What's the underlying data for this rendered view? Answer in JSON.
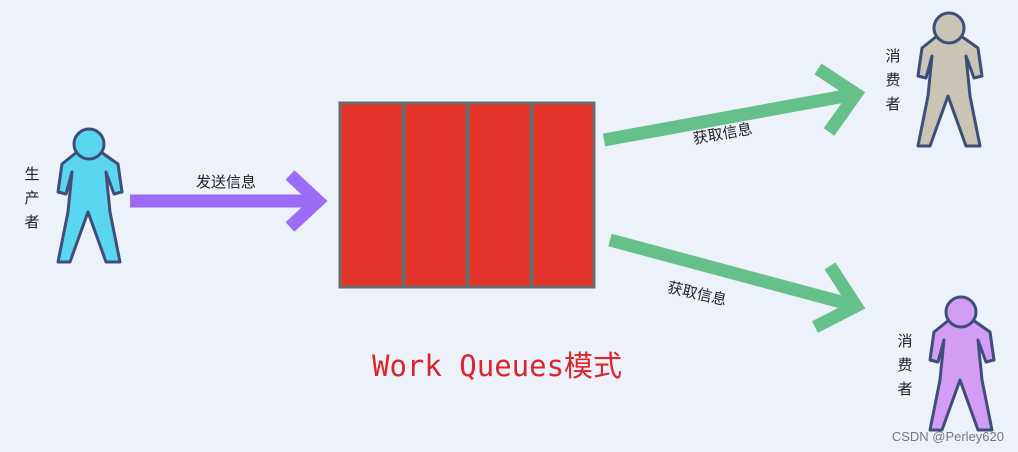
{
  "diagram": {
    "title": "Work Queues模式",
    "credit": "CSDN @Perley620",
    "producer": {
      "label": [
        "生",
        "产",
        "者"
      ],
      "color": "#5ad6f0"
    },
    "consumers": [
      {
        "label": [
          "消",
          "费",
          "者"
        ],
        "color": "#cac4b4"
      },
      {
        "label": [
          "消",
          "费",
          "者"
        ],
        "color": "#d39cf5"
      }
    ],
    "queue": {
      "slots": 4,
      "color": "#e5342a"
    },
    "edges": [
      {
        "label": "发送信息",
        "color": "#9b6cf5"
      },
      {
        "label": "获取信息",
        "color": "#66c08a"
      },
      {
        "label": "获取信息",
        "color": "#66c08a"
      }
    ]
  }
}
